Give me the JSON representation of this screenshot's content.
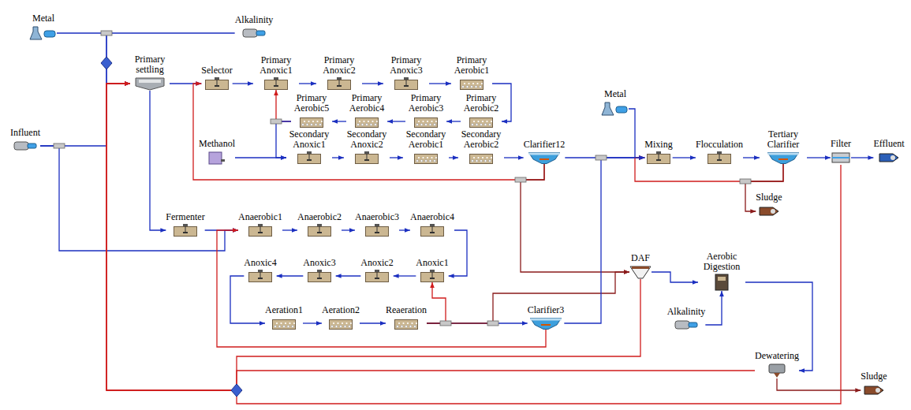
{
  "diagram": {
    "nodes": [
      {
        "text": [
          "Metal"
        ]
      },
      {
        "text": [
          "Alkalinity"
        ]
      },
      {
        "text": [
          "Primary settling"
        ]
      },
      {
        "text": [
          "Selector"
        ]
      },
      {
        "text": [
          "Primary Anoxic1"
        ]
      },
      {
        "text": [
          "Primary Anoxic2"
        ]
      },
      {
        "text": [
          "Primary Anoxic3"
        ]
      },
      {
        "text": [
          "Primary Aerobic1"
        ]
      },
      {
        "text": [
          "Primary Aerobic5"
        ]
      },
      {
        "text": [
          "Primary Aerobic4"
        ]
      },
      {
        "text": [
          "Primary Aerobic3"
        ]
      },
      {
        "text": [
          "Primary Aerobic2"
        ]
      },
      {
        "text": [
          "Methanol"
        ]
      },
      {
        "text": [
          "Secondary Anoxic1"
        ]
      },
      {
        "text": [
          "Secondary Anoxic2"
        ]
      },
      {
        "text": [
          "Secondary Aerobic1"
        ]
      },
      {
        "text": [
          "Secondary Aerobic2"
        ]
      },
      {
        "text": [
          "Clarifier12"
        ]
      },
      {
        "text": [
          "Metal"
        ]
      },
      {
        "text": [
          "Mixing"
        ]
      },
      {
        "text": [
          "Flocculation"
        ]
      },
      {
        "text": [
          "Tertiary Clarifier"
        ]
      },
      {
        "text": [
          "Filter"
        ]
      },
      {
        "text": [
          "Effluent"
        ]
      },
      {
        "text": [
          "Sludge"
        ]
      },
      {
        "text": [
          "Influent"
        ]
      },
      {
        "text": [
          "Fermenter"
        ]
      },
      {
        "text": [
          "Anaerobic1"
        ]
      },
      {
        "text": [
          "Anaerobic2"
        ]
      },
      {
        "text": [
          "Anaerobic3"
        ]
      },
      {
        "text": [
          "Anaerobic4"
        ]
      },
      {
        "text": [
          "Anoxic4"
        ]
      },
      {
        "text": [
          "Anoxic3"
        ]
      },
      {
        "text": [
          "Anoxic2"
        ]
      },
      {
        "text": [
          "Anoxic1"
        ]
      },
      {
        "text": [
          "Aeration1"
        ]
      },
      {
        "text": [
          "Aeration2"
        ]
      },
      {
        "text": [
          "Reaeration"
        ]
      },
      {
        "text": [
          "Clarifier3"
        ]
      },
      {
        "text": [
          "DAF"
        ]
      },
      {
        "text": [
          "Aerobic Digestion"
        ]
      },
      {
        "text": [
          "Alkalinity"
        ]
      },
      {
        "text": [
          "Dewatering"
        ]
      },
      {
        "text": [
          "Sludge"
        ]
      }
    ],
    "edges": [
      {
        "from": 0,
        "to": 2,
        "arrow": "to"
      },
      {
        "from": 1,
        "to": 2,
        "arrow": "to"
      },
      {
        "from": 25,
        "to": 2,
        "arrow": "to"
      },
      {
        "from": 25,
        "to": 27,
        "arrow": "to"
      },
      {
        "from": 2,
        "to": 3,
        "arrow": "to"
      },
      {
        "from": 2,
        "to": 26,
        "arrow": "to"
      },
      {
        "from": 3,
        "to": 4,
        "arrow": "to"
      },
      {
        "from": 4,
        "to": 5,
        "arrow": "to"
      },
      {
        "from": 5,
        "to": 6,
        "arrow": "to"
      },
      {
        "from": 6,
        "to": 7,
        "arrow": "to"
      },
      {
        "from": 7,
        "to": 11,
        "arrow": "to"
      },
      {
        "from": 11,
        "to": 10,
        "arrow": "to"
      },
      {
        "from": 10,
        "to": 9,
        "arrow": "to"
      },
      {
        "from": 9,
        "to": 8,
        "arrow": "to"
      },
      {
        "from": 8,
        "to": 4,
        "arrow": "to"
      },
      {
        "from": 8,
        "to": 13,
        "arrow": "to"
      },
      {
        "from": 12,
        "to": 13,
        "arrow": "to"
      },
      {
        "from": 13,
        "to": 14,
        "arrow": "to"
      },
      {
        "from": 14,
        "to": 15,
        "arrow": "to"
      },
      {
        "from": 15,
        "to": 16,
        "arrow": "to"
      },
      {
        "from": 16,
        "to": 17,
        "arrow": "to"
      },
      {
        "from": 17,
        "to": 19,
        "arrow": "to"
      },
      {
        "from": 17,
        "to": 3,
        "arrow": "to"
      },
      {
        "from": 17,
        "to": 39,
        "arrow": "to"
      },
      {
        "from": 18,
        "to": 19,
        "arrow": "to"
      },
      {
        "from": 19,
        "to": 20,
        "arrow": "to"
      },
      {
        "from": 20,
        "to": 21,
        "arrow": "to"
      },
      {
        "from": 21,
        "to": 22,
        "arrow": "to"
      },
      {
        "from": 22,
        "to": 23,
        "arrow": "to"
      },
      {
        "from": 21,
        "to": 19,
        "arrow": "to"
      },
      {
        "from": 21,
        "to": 24,
        "arrow": "to"
      },
      {
        "from": 26,
        "to": 27,
        "arrow": "to"
      },
      {
        "from": 27,
        "to": 28,
        "arrow": "to"
      },
      {
        "from": 28,
        "to": 29,
        "arrow": "to"
      },
      {
        "from": 29,
        "to": 30,
        "arrow": "to"
      },
      {
        "from": 30,
        "to": 34,
        "arrow": "to"
      },
      {
        "from": 34,
        "to": 33,
        "arrow": "to"
      },
      {
        "from": 33,
        "to": 32,
        "arrow": "to"
      },
      {
        "from": 32,
        "to": 31,
        "arrow": "to"
      },
      {
        "from": 31,
        "to": 35,
        "arrow": "to"
      },
      {
        "from": 35,
        "to": 36,
        "arrow": "to"
      },
      {
        "from": 36,
        "to": 37,
        "arrow": "to"
      },
      {
        "from": 37,
        "to": 34,
        "arrow": "to"
      },
      {
        "from": 37,
        "to": 38,
        "arrow": "to"
      },
      {
        "from": 37,
        "to": 39,
        "arrow": "to"
      },
      {
        "from": 38,
        "to": 19,
        "arrow": "to"
      },
      {
        "from": 38,
        "to": 27,
        "arrow": "to"
      },
      {
        "from": 39,
        "to": 40,
        "arrow": "to"
      },
      {
        "from": 41,
        "to": 40,
        "arrow": "to"
      },
      {
        "from": 40,
        "to": 42,
        "arrow": "to"
      },
      {
        "from": 42,
        "to": 43,
        "arrow": "to"
      },
      {
        "from": 42,
        "to": 2,
        "arrow": "to"
      },
      {
        "from": 39,
        "to": 2,
        "arrow": "to"
      },
      {
        "from": 22,
        "to": 2,
        "arrow": "to"
      }
    ]
  }
}
